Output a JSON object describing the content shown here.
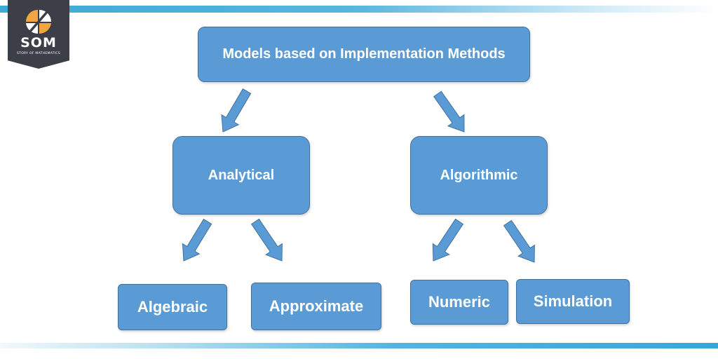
{
  "logo": {
    "brand": "SOM",
    "tagline": "STORY OF MATHEMATICS"
  },
  "diagram": {
    "root": "Models based on Implementation Methods",
    "branches": [
      "Analytical",
      "Algorithmic"
    ],
    "leaves": {
      "analytical": [
        "Algebraic",
        "Approximate"
      ],
      "algorithmic": [
        "Numeric",
        "Simulation"
      ]
    }
  },
  "colors": {
    "node_fill": "#5b9bd5",
    "node_border": "#41719c",
    "arrow_fill": "#5b9bd5",
    "logo_background": "#3c3f48",
    "stripe_accent": "#3fa9d8"
  }
}
